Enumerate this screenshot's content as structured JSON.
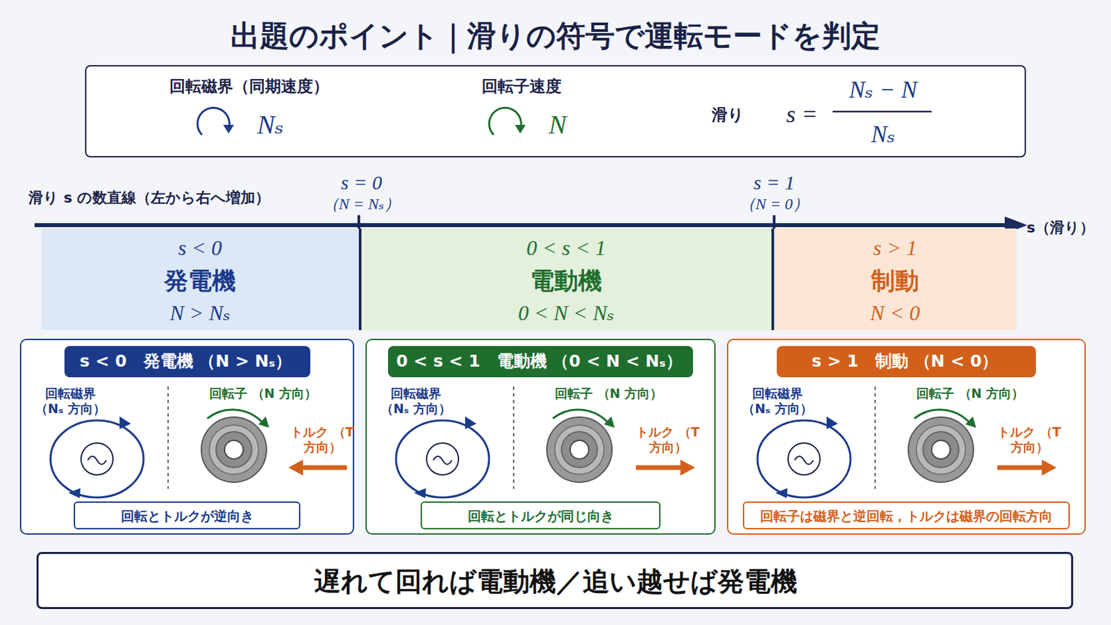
{
  "diagram": {
    "title": "出題のポイント｜滑りの符号で運転モードを判定",
    "nodes": [
      {
        "text": [
          "回転磁界（同期速度）",
          "Nₛ",
          "回転子速度",
          "N",
          "滑り",
          "s =",
          "Nₛ − N",
          "Nₛ"
        ]
      },
      {
        "text": [
          "s < 0",
          "発電機",
          "N > Nₛ"
        ]
      },
      {
        "text": [
          "0 < s < 1",
          "電動機",
          "0 < N < Nₛ"
        ]
      },
      {
        "text": [
          "s > 1",
          "制動",
          "N < 0"
        ]
      },
      {
        "text": [
          "回転磁界 （Nₛ 方向）",
          "回転子 （N 方向）",
          "トルク （T 方向）"
        ]
      },
      {
        "text": [
          "s < 0　発電機 （N > Nₛ）"
        ],
        "in": 4
      },
      {
        "text": [
          "回転とトルクが逆向き"
        ],
        "in": 4
      },
      {
        "text": [
          "回転磁界 （Nₛ 方向）",
          "回転子 （N 方向）",
          "トルク （T 方向）"
        ]
      },
      {
        "text": [
          "0 < s < 1　電動機 （0 < N < Nₛ）"
        ],
        "in": 7
      },
      {
        "text": [
          "回転とトルクが同じ向き"
        ],
        "in": 7
      },
      {
        "text": [
          "回転磁界 （Nₛ 方向）",
          "回転子 （N 方向）",
          "トルク （T 方向）"
        ]
      },
      {
        "text": [
          "s > 1　制動 （N < 0）"
        ],
        "in": 10
      },
      {
        "text": [
          "回転子は磁界と逆回転，トルクは磁界の回転方向"
        ],
        "in": 10
      },
      {
        "text": [
          "遅れて回れば電動機／追い越せば発電機"
        ]
      }
    ],
    "labels": [
      "滑り s の数直線（左から右へ増加）",
      "s = 0",
      "（N = Nₛ）",
      "s = 1",
      "（N = 0）",
      "s（滑り）"
    ]
  }
}
